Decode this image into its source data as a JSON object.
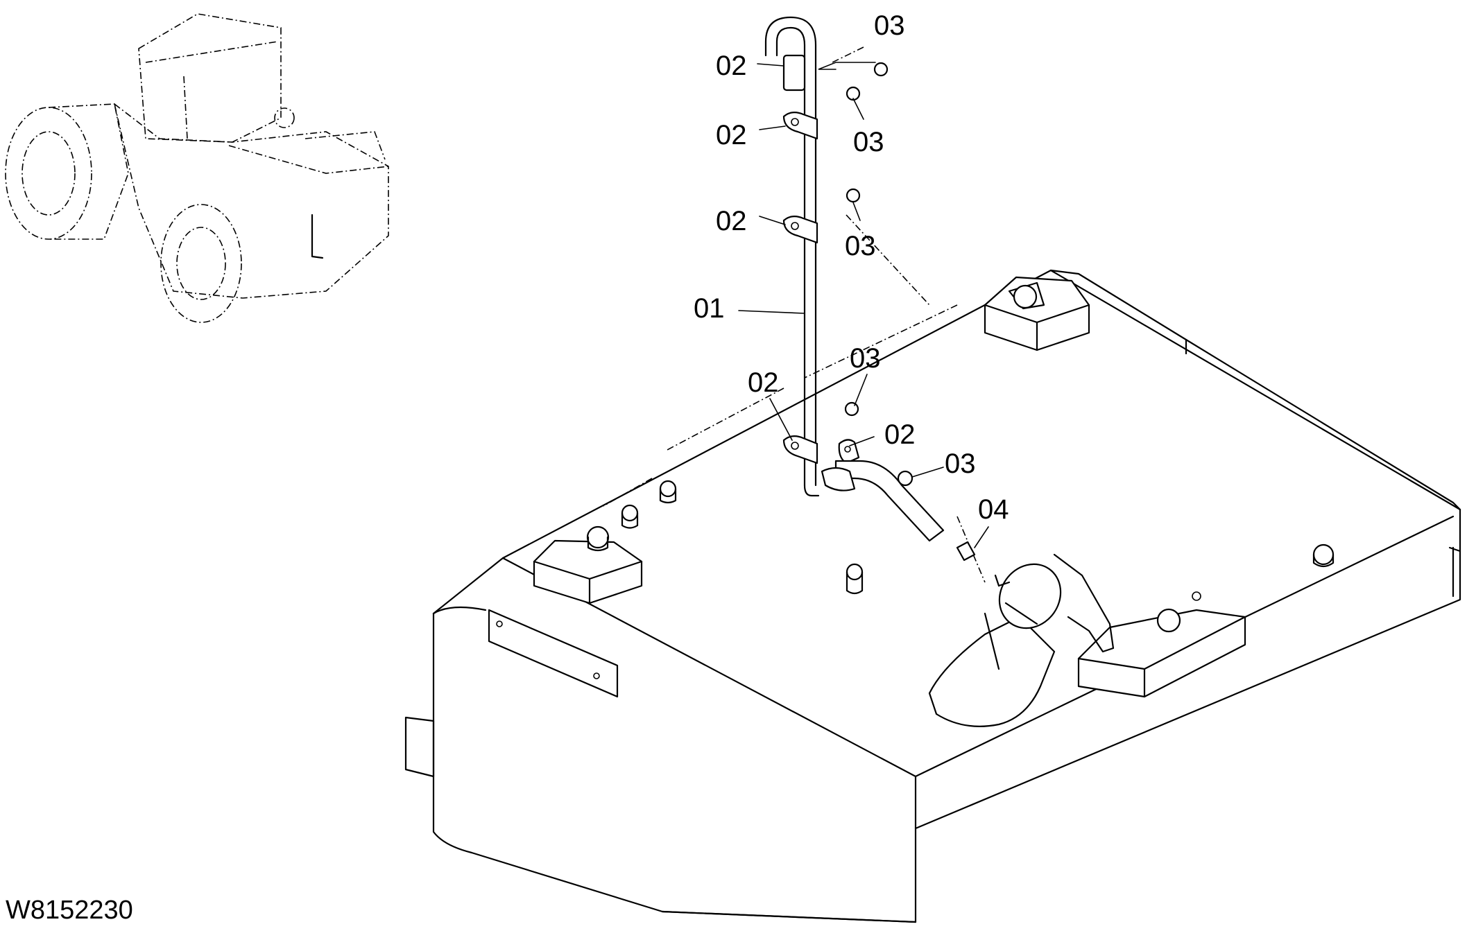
{
  "drawing_number": "W8152230",
  "callouts": [
    {
      "id": "c-03-top",
      "label": "03"
    },
    {
      "id": "c-02-a",
      "label": "02"
    },
    {
      "id": "c-02-b",
      "label": "02"
    },
    {
      "id": "c-03-b",
      "label": "03"
    },
    {
      "id": "c-02-c",
      "label": "02"
    },
    {
      "id": "c-03-c",
      "label": "03"
    },
    {
      "id": "c-01",
      "label": "01"
    },
    {
      "id": "c-03-d",
      "label": "03"
    },
    {
      "id": "c-02-d",
      "label": "02"
    },
    {
      "id": "c-02-e",
      "label": "02"
    },
    {
      "id": "c-03-e",
      "label": "03"
    },
    {
      "id": "c-04",
      "label": "04"
    }
  ]
}
